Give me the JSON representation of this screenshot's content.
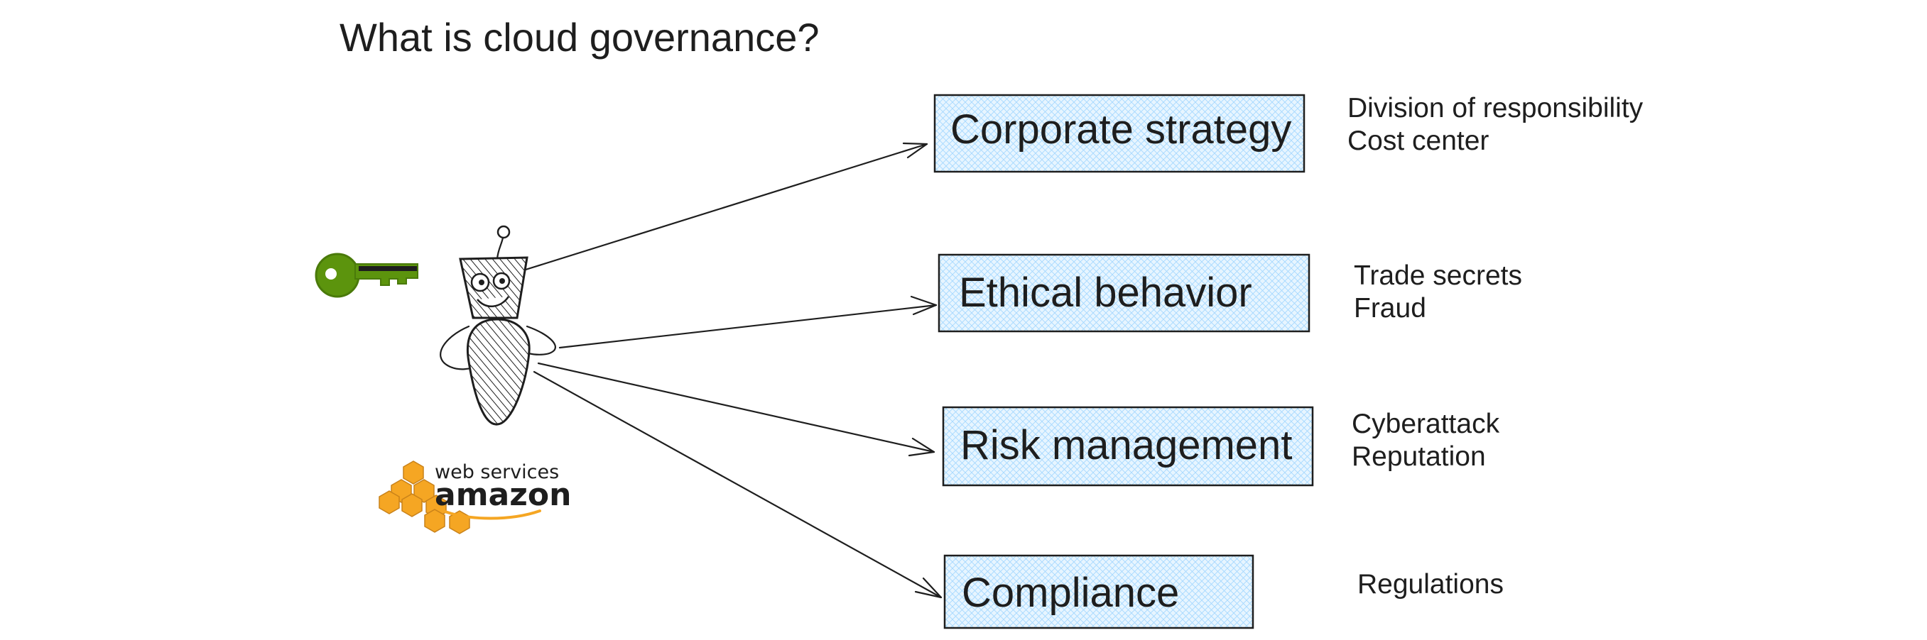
{
  "title": "What is cloud governance?",
  "colors": {
    "box_fill": "#e7f5ff",
    "box_hatch": "#a5d8ff",
    "key_green": "#5c940d",
    "aws_orange": "#f5a623",
    "stroke": "#1e1e1e"
  },
  "boxes": [
    {
      "label": "Corporate strategy",
      "notes": [
        "Division of responsibility",
        "Cost center"
      ]
    },
    {
      "label": "Ethical behavior",
      "notes": [
        "Trade secrets",
        "Fraud"
      ]
    },
    {
      "label": "Risk management",
      "notes": [
        "Cyberattack",
        "Reputation"
      ]
    },
    {
      "label": "Compliance",
      "notes": [
        "Regulations"
      ]
    }
  ],
  "logo": {
    "line1": "web services",
    "line2": "amazon"
  },
  "icons": [
    "key-icon",
    "robot-mascot-icon",
    "aws-logo-icon"
  ]
}
